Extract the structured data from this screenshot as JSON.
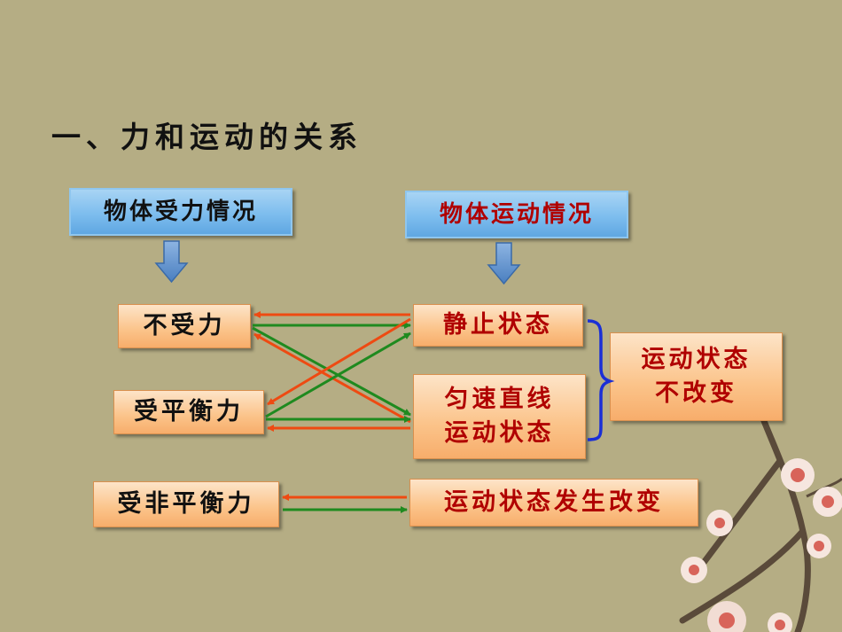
{
  "title": "一、力和运动的关系",
  "headers": {
    "force": "物体受力情况",
    "motion": "物体运动情况"
  },
  "force_boxes": {
    "none": "不受力",
    "balanced": "受平衡力",
    "unbalanced": "受非平衡力"
  },
  "motion_boxes": {
    "rest": "静止状态",
    "uniform_line1": "匀速直线",
    "uniform_line2": "运动状态",
    "unchanged_line1": "运动状态",
    "unchanged_line2": "不改变",
    "changed": "运动状态发生改变"
  },
  "colors": {
    "background": "#b5ad84",
    "green_arrow": "#1f8a1f",
    "red_arrow": "#ee4a12",
    "brace": "#1a2fd6",
    "header_blue": "#7dbdee",
    "box_orange": "#fbc389"
  }
}
